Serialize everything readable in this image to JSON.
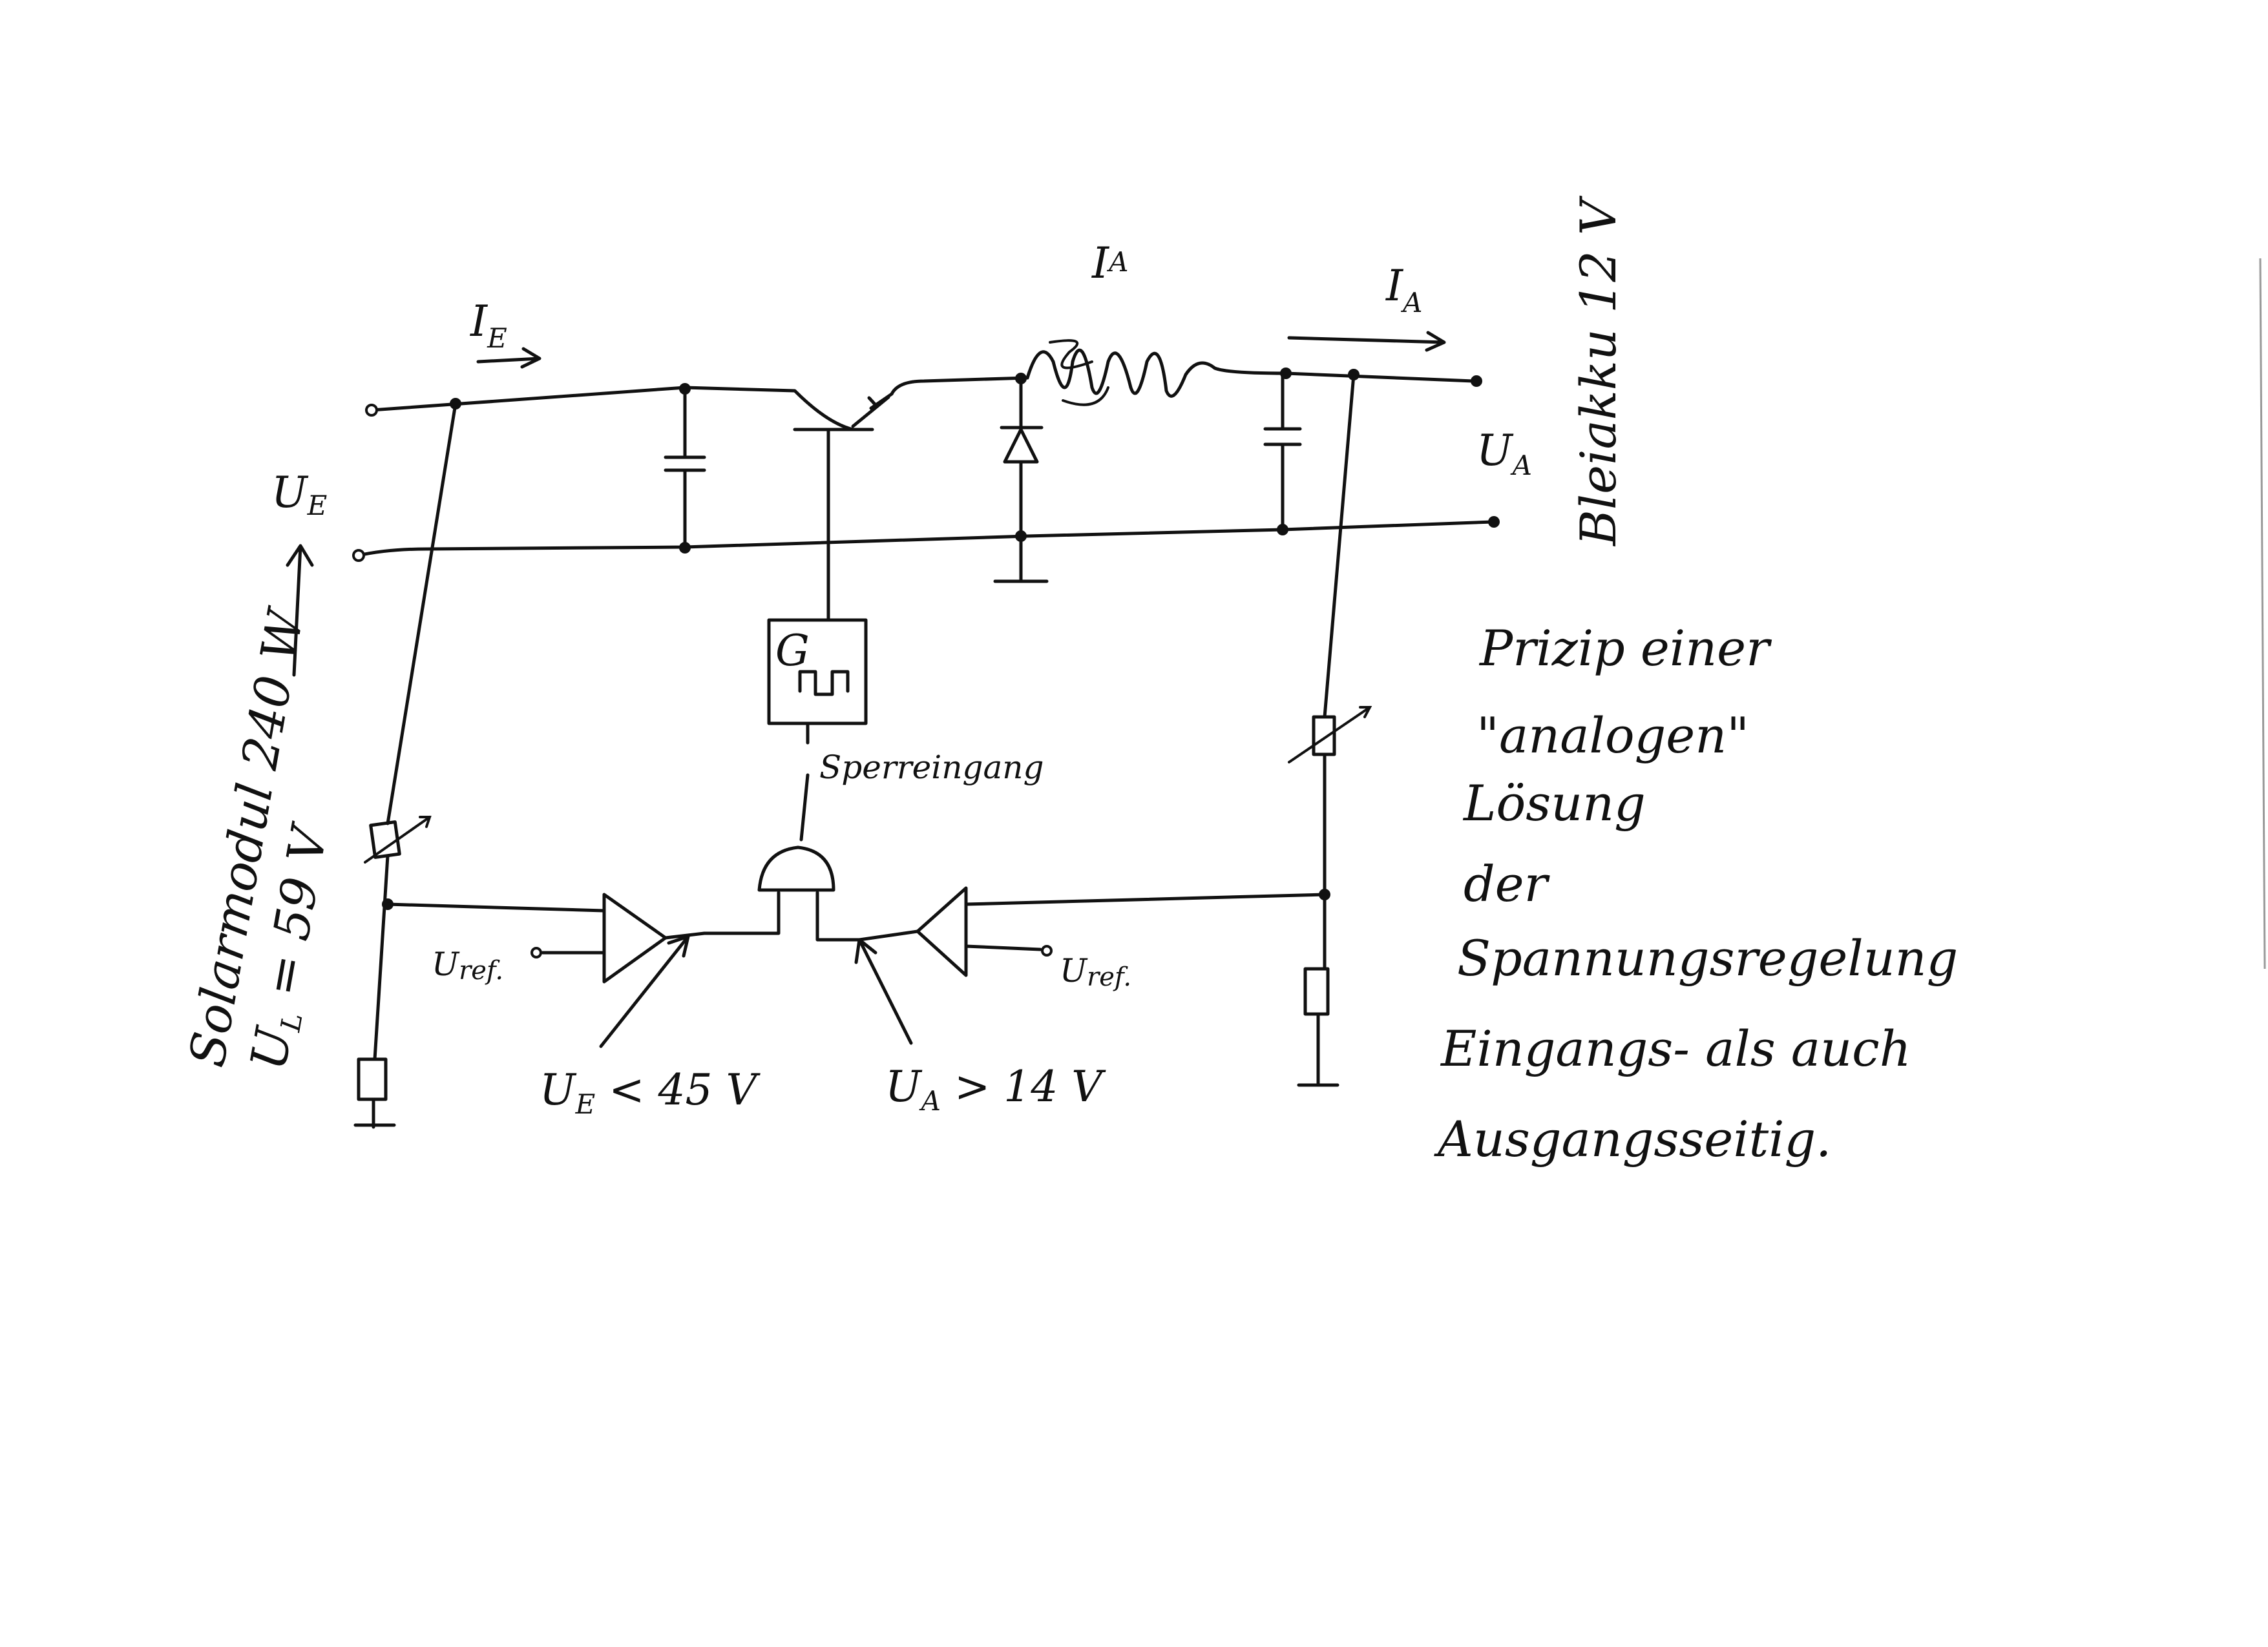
{
  "labels": {
    "input_current": "I",
    "input_current_sub": "E",
    "input_voltage": "U",
    "input_voltage_sub": "E",
    "inductor_current": "I",
    "inductor_current_sub": "A",
    "output_current": "I",
    "output_current_sub": "A",
    "output_voltage": "U",
    "output_voltage_sub": "A",
    "battery": "Bleiakku 12 V",
    "solar_module": "Solarmodul 240 W",
    "open_circuit_voltage": "U",
    "open_circuit_voltage_sub": "L",
    "open_circuit_voltage_value": " = 59 V",
    "generator_letter": "G",
    "inhibit_input": "Sperreingang",
    "ref_left": "U",
    "ref_left_sub": "ref.",
    "ref_right": "U",
    "ref_right_sub": "ref.",
    "input_threshold": "U",
    "input_threshold_sub": "E",
    "input_threshold_value": " < 45 V",
    "output_threshold": "U",
    "output_threshold_sub": "A",
    "output_threshold_value": " > 14 V"
  },
  "note": {
    "line1": "Prizip einer",
    "line2": "\"analogen\"",
    "line3": "Lösung",
    "line4": "der",
    "line5": "Spannungsregelung",
    "line6": "Eingangs- als auch",
    "line7": "Ausgangsseitig."
  },
  "colors": {
    "ink": "#111111",
    "paper": "#ffffff"
  }
}
